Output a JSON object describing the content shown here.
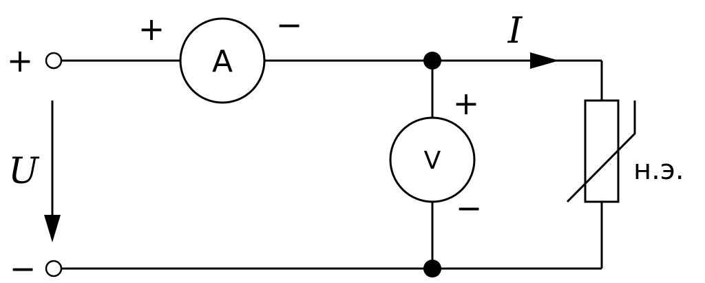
{
  "terminals": {
    "top_polarity": "+",
    "bottom_polarity": "−"
  },
  "source_voltage_label": "U",
  "current_label": "I",
  "ammeter": {
    "letter": "A",
    "plus": "+",
    "minus": "−"
  },
  "voltmeter": {
    "letter": "V",
    "plus": "+",
    "minus": "−"
  },
  "nonlinear_element_label": "н.э.",
  "colors": {
    "line": "#000000",
    "background": "#ffffff"
  }
}
